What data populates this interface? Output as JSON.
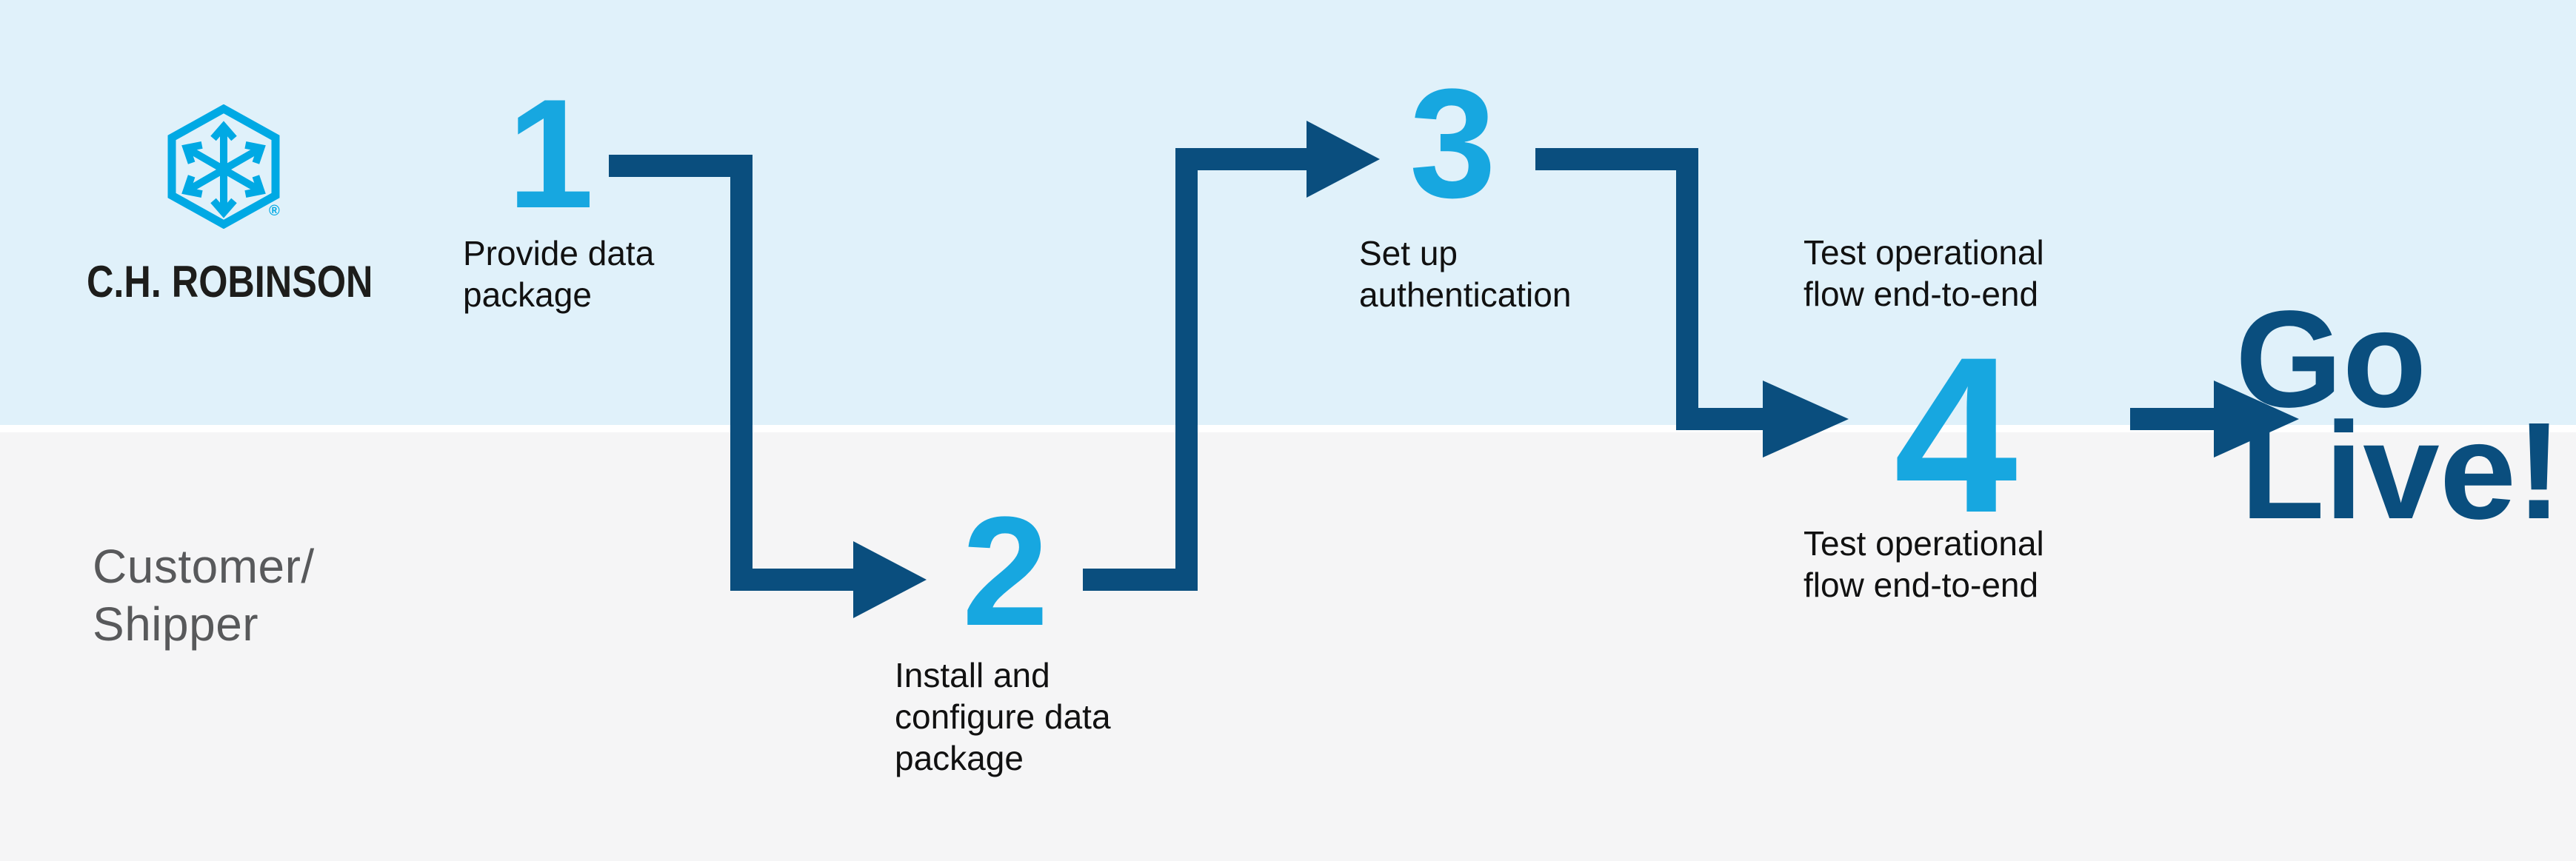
{
  "page": {
    "background_top": "#E0F1FA",
    "background_bottom": "#F5F5F6",
    "divider_color": "#FFFFFF"
  },
  "brand": {
    "wordmark": "C.H. ROBINSON",
    "registered_mark": "®",
    "icon": "chrobinson-hexagon-arrows-icon",
    "icon_color": "#00A9E4",
    "wordmark_color": "#1D1D1B"
  },
  "lanes": {
    "top_owner": "C.H. Robinson",
    "bottom_label_lines": [
      "Customer/",
      "Shipper"
    ],
    "bottom_label_color": "#58595B"
  },
  "steps": [
    {
      "number": "1",
      "label_lines": [
        "Provide data",
        "package"
      ]
    },
    {
      "number": "2",
      "label_lines": [
        "Install and",
        "configure data",
        "package"
      ]
    },
    {
      "number": "3",
      "label_lines": [
        "Set up",
        "authentication"
      ]
    },
    {
      "number": "4",
      "label_above_lines": [
        "Test operational",
        "flow end-to-end"
      ],
      "label_below_lines": [
        "Test operational",
        "flow end-to-end"
      ]
    }
  ],
  "finale": {
    "line1": "Go",
    "line2": "Live!",
    "color": "#0A4E7E"
  },
  "colors": {
    "step_number": "#17A7E0",
    "arrow": "#0A4E7E",
    "step_text": "#111111"
  }
}
